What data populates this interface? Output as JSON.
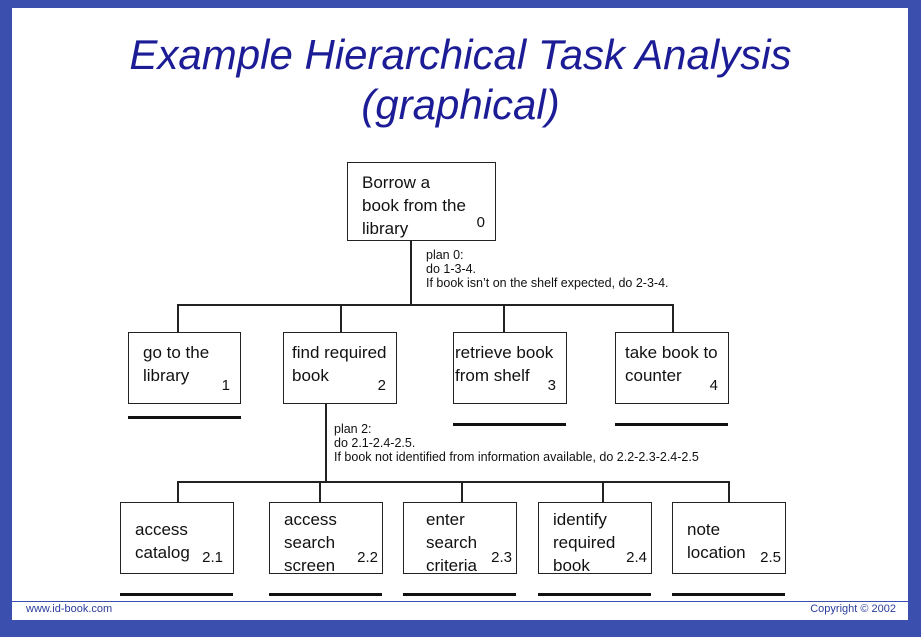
{
  "title_line1": "Example Hierarchical Task Analysis",
  "title_line2": "(graphical)",
  "root": {
    "label": "Borrow a\nbook from the\nlibrary",
    "number": "0"
  },
  "plan0": "plan 0:\ndo 1-3-4.\nIf book isn’t on the shelf expected, do 2-3-4.",
  "level1": [
    {
      "label": "go to the\nlibrary",
      "number": "1"
    },
    {
      "label": "find required\nbook",
      "number": "2"
    },
    {
      "label": "retrieve book\nfrom shelf",
      "number": "3"
    },
    {
      "label": "take book to\ncounter",
      "number": "4"
    }
  ],
  "plan2": "plan 2:\ndo 2.1-2.4-2.5.\nIf book not identified from information available, do 2.2-2.3-2.4-2.5",
  "level2": [
    {
      "label": "access\ncatalog",
      "number": "2.1"
    },
    {
      "label": "access\nsearch\nscreen",
      "number": "2.2"
    },
    {
      "label": "enter\nsearch\ncriteria",
      "number": "2.3"
    },
    {
      "label": "identify\nrequired\nbook",
      "number": "2.4"
    },
    {
      "label": "note\nlocation",
      "number": "2.5"
    }
  ],
  "footer": {
    "left": "www.id-book.com",
    "right": "Copyright © 2002"
  }
}
